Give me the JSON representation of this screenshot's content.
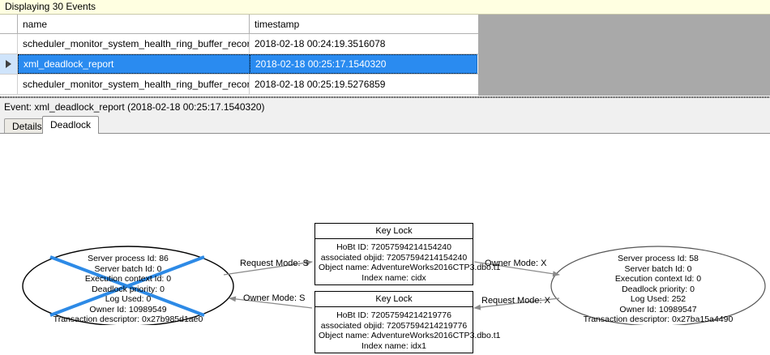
{
  "grid": {
    "caption": "Displaying 30 Events",
    "columns": [
      "name",
      "timestamp"
    ],
    "rows": [
      {
        "name": "scheduler_monitor_system_health_ring_buffer_recorded",
        "timestamp": "2018-02-18 00:24:19.3516078",
        "selected": false,
        "current": false
      },
      {
        "name": "xml_deadlock_report",
        "timestamp": "2018-02-18 00:25:17.1540320",
        "selected": true,
        "current": true
      },
      {
        "name": "scheduler_monitor_system_health_ring_buffer_recorded",
        "timestamp": "2018-02-18 00:25:19.5276859",
        "selected": false,
        "current": false
      }
    ],
    "selection_color": "#2a8bf0",
    "caption_background": "#ffffe1",
    "empty_background": "#a9a9a9"
  },
  "detail": {
    "event_title": "Event: xml_deadlock_report (2018-02-18 00:25:17.1540320)",
    "tabs": [
      {
        "label": "Details",
        "active": false
      },
      {
        "label": "Deadlock",
        "active": true
      }
    ]
  },
  "deadlock_graph": {
    "victim_cross_color": "#2d8ae6",
    "process_left": {
      "victim": true,
      "lines": [
        "Server process Id: 86",
        "Server batch Id: 0",
        "Execution context Id: 0",
        "Deadlock priority: 0",
        "Log Used: 0",
        "Owner Id: 10989549",
        "Transaction descriptor: 0x27b985d1ae0"
      ]
    },
    "process_right": {
      "victim": false,
      "lines": [
        "Server process Id: 58",
        "Server batch Id: 0",
        "Execution context Id: 0",
        "Deadlock priority: 0",
        "Log Used: 252",
        "Owner Id: 10989547",
        "Transaction descriptor: 0x27ba15a4490"
      ]
    },
    "resource_top": {
      "title": "Key Lock",
      "lines": [
        "HoBt ID: 72057594214154240",
        "associated objid: 72057594214154240",
        "Object name: AdventureWorks2016CTP3.dbo.t1",
        "Index name: cidx"
      ]
    },
    "resource_bottom": {
      "title": "Key Lock",
      "lines": [
        "HoBt ID: 72057594214219776",
        "associated objid: 72057594214219776",
        "Object name: AdventureWorks2016CTP3.dbo.t1",
        "Index name: idx1"
      ]
    },
    "edges": [
      {
        "id": "left-request-top",
        "label": "Request Mode: S"
      },
      {
        "id": "top-owner-right",
        "label": "Owner Mode: X"
      },
      {
        "id": "bottom-owner-left",
        "label": "Owner Mode: S"
      },
      {
        "id": "right-request-bottom",
        "label": "Request Mode: X"
      }
    ]
  }
}
